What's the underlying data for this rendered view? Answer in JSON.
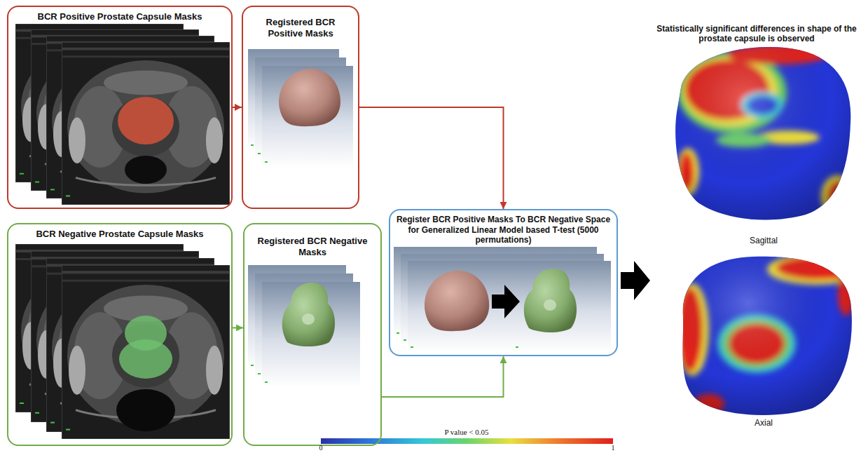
{
  "diagram": {
    "nodes": [
      {
        "text": [
          "BCR Positive Prostate Capsule Masks"
        ]
      },
      {
        "text": [
          "Registered BCR Positive Masks"
        ]
      },
      {
        "text": [
          "BCR Negative Prostate Capsule Masks"
        ]
      },
      {
        "text": [
          "Registered BCR Negative Masks"
        ]
      },
      {
        "text": [
          "Register BCR Positive Masks To BCR Negative Space for Generalized Linear Model based T-test (5000 permutations)"
        ]
      }
    ],
    "edges": [
      {
        "from": 0,
        "to": 1,
        "arrow": "to"
      },
      {
        "from": 1,
        "to": 4,
        "arrow": "to"
      },
      {
        "from": 2,
        "to": 3,
        "arrow": "to"
      },
      {
        "from": 3,
        "to": 4,
        "arrow": "to"
      }
    ],
    "labels": [
      "Statistically significant differences in shape of the prostate capsule is observed",
      "Sagittal",
      "Axial",
      "P value < 0.05",
      "0",
      "1"
    ]
  }
}
